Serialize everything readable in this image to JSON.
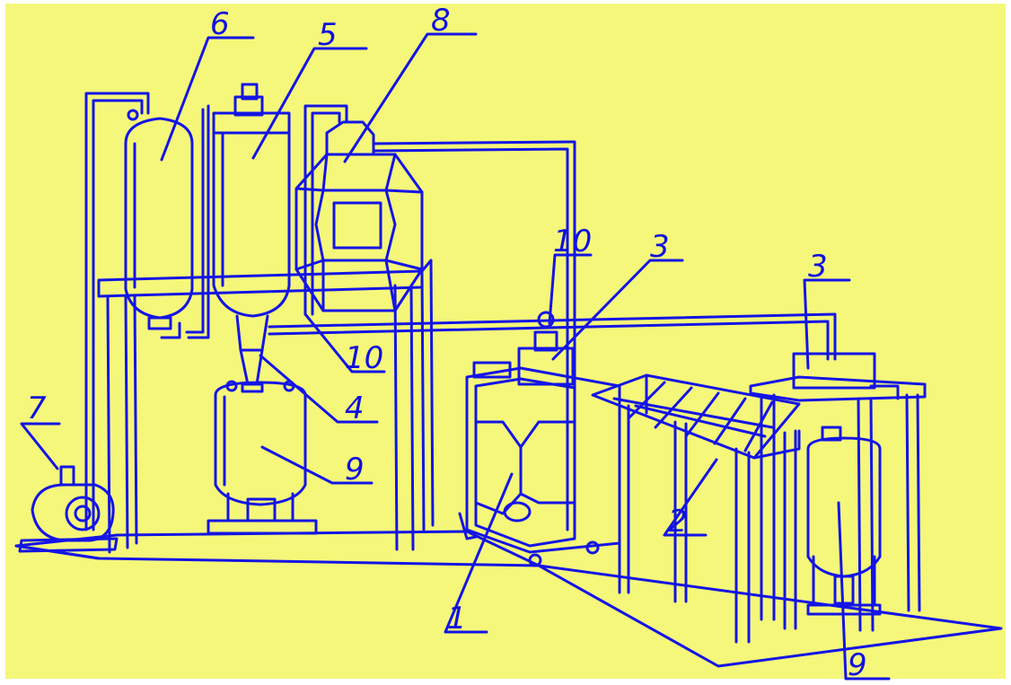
{
  "colors": {
    "background": "#f5f77a",
    "line": "#1414e6",
    "frame": "#ffffff"
  },
  "labels": {
    "l1": "1",
    "l2": "2",
    "l3a": "3",
    "l3b": "3",
    "l4": "4",
    "l5": "5",
    "l6": "6",
    "l7": "7",
    "l8": "8",
    "l9a": "9",
    "l9b": "9",
    "l10a": "10",
    "l10b": "10"
  }
}
